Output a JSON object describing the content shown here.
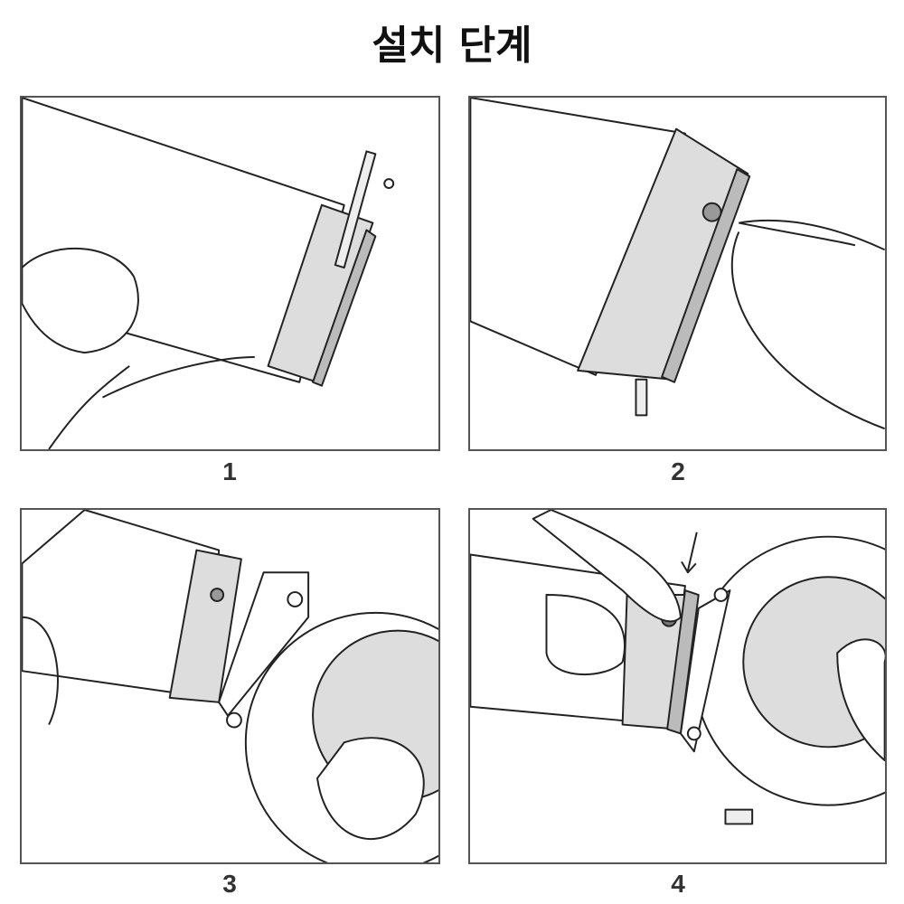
{
  "title": "설치 단계",
  "steps": [
    {
      "number": "1"
    },
    {
      "number": "2"
    },
    {
      "number": "3"
    },
    {
      "number": "4"
    }
  ]
}
